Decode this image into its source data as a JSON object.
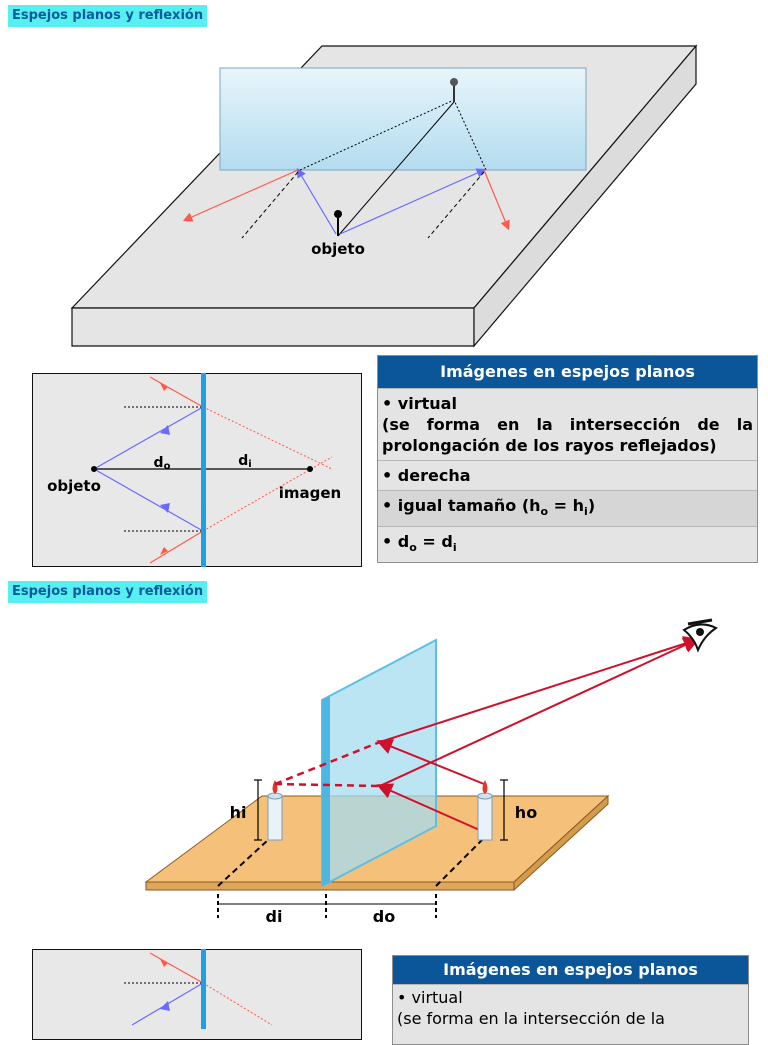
{
  "section1": {
    "title": "Espejos planos y reflexión",
    "scene_label": "objeto"
  },
  "ray_diagram": {
    "object_label": "objeto",
    "image_label": "imagen",
    "do_label": "d",
    "do_sub": "o",
    "di_label": "d",
    "di_sub": "i"
  },
  "properties_table": {
    "header": "Imágenes en espejos planos",
    "virtual": "• virtual",
    "virtual_detail": "(se forma en la intersección de la prolongación de los rayos reflejados)",
    "upright": "• derecha",
    "same_size_prefix": "• igual tamaño (h",
    "same_size_sub1": "o",
    "same_size_mid": " = h",
    "same_size_sub2": "i",
    "same_size_suffix": ")",
    "distance_prefix": "• d",
    "distance_sub1": "o",
    "distance_mid": " = d",
    "distance_sub2": "i"
  },
  "section2": {
    "title": "Espejos planos y reflexión",
    "hi_label": "hi",
    "ho_label": "ho",
    "di_label": "di",
    "do_label": "do"
  },
  "properties_table2": {
    "header": "Imágenes en espejos planos",
    "virtual": "• virtual",
    "virtual_detail": "(se forma en la intersección de la"
  },
  "colors": {
    "badge_bg": "#57f0f0",
    "badge_text": "#0b5aa0",
    "table_header": "#0b5599",
    "mirror": "#1e9fe6",
    "incident_ray": "#6a6aff",
    "reflected_ray": "#ff5a4a",
    "table_surface": "#f5c07a"
  }
}
